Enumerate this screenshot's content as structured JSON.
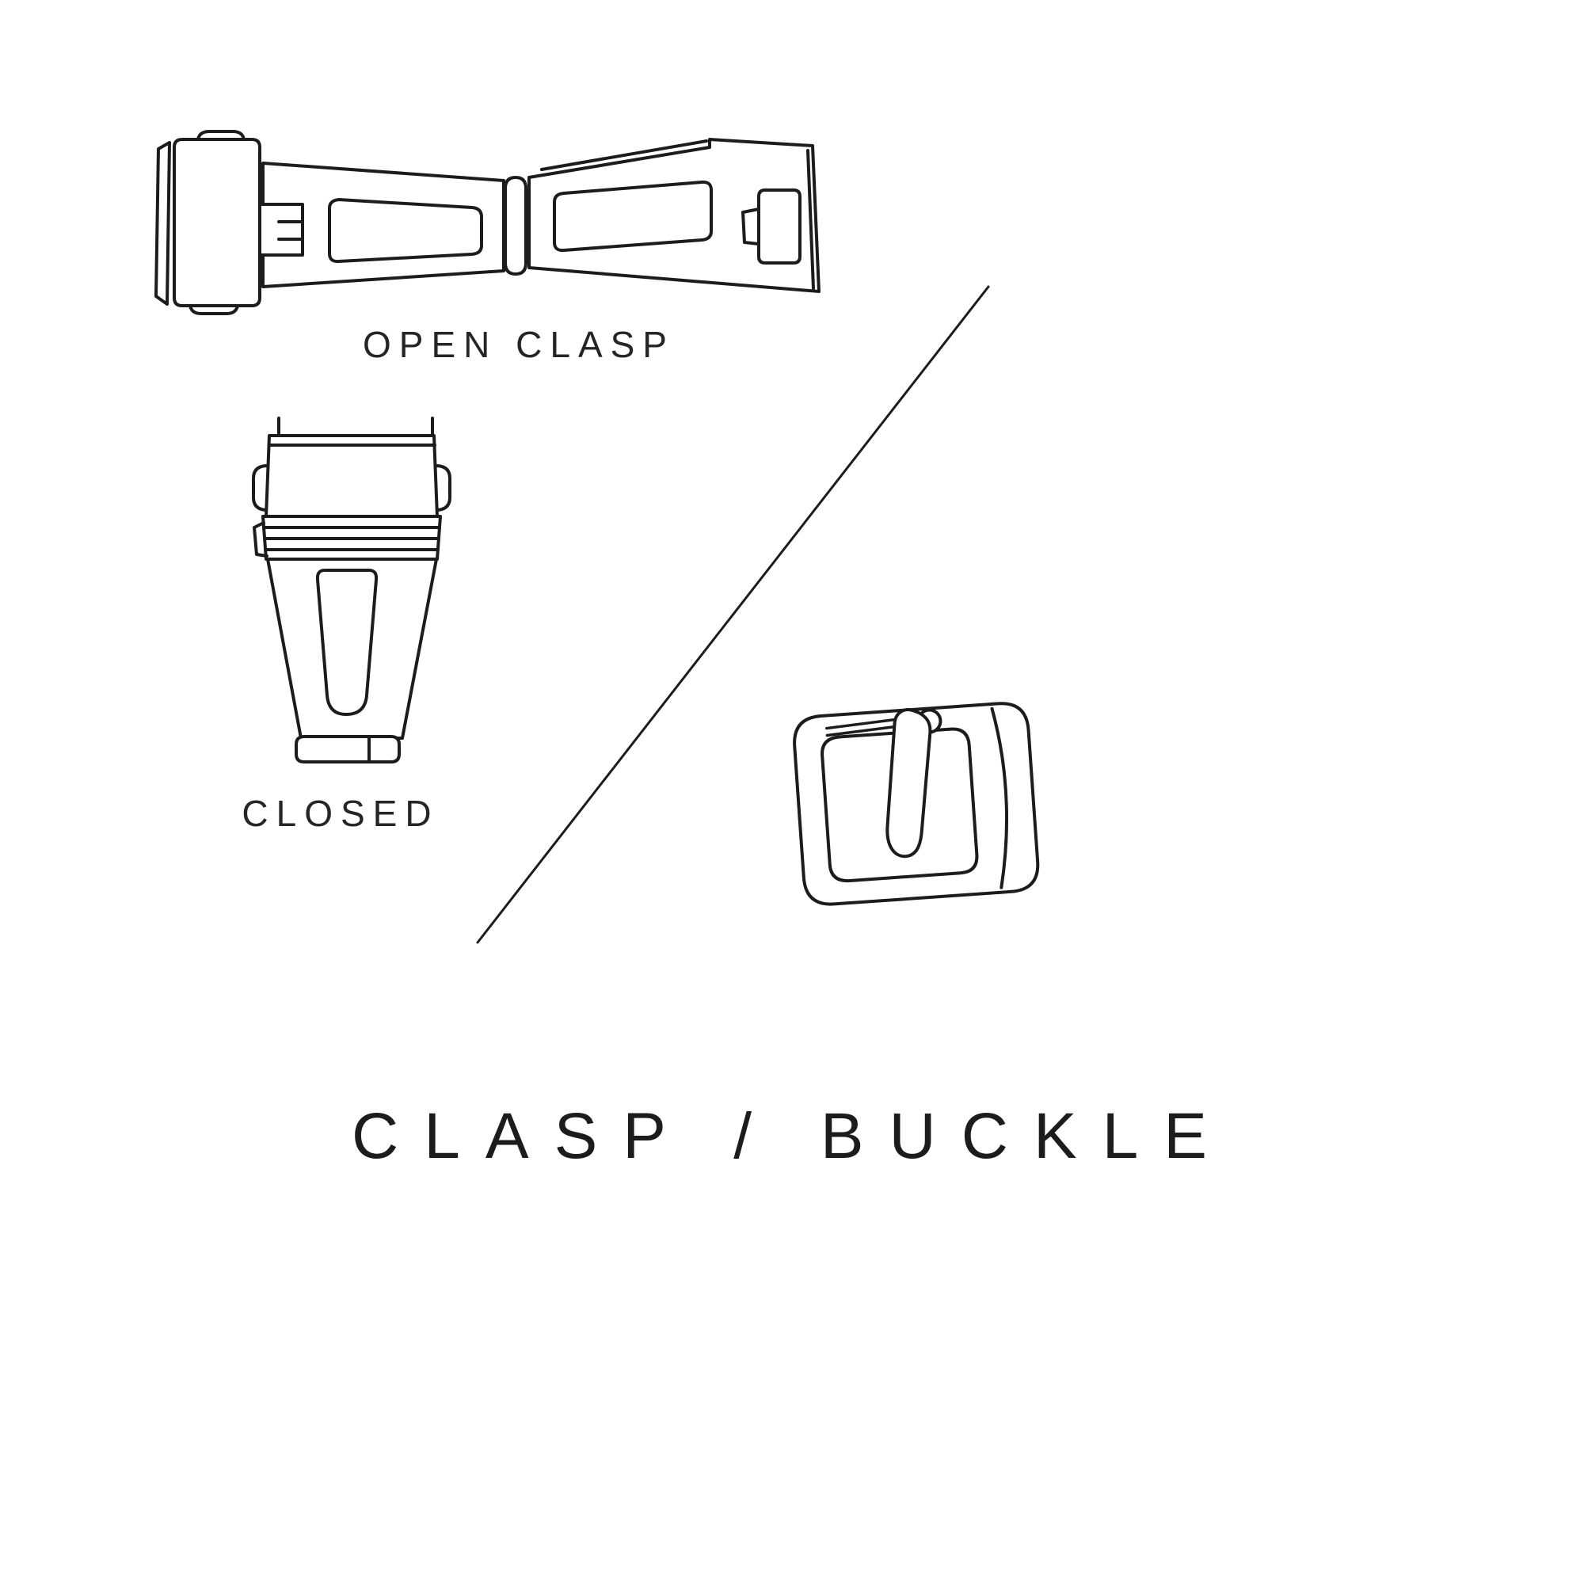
{
  "page": {
    "background_color": "#ffffff",
    "line_color": "#1c1c1c"
  },
  "labels": {
    "open_clasp": "OPEN CLASP",
    "closed": "CLOSED"
  },
  "title": "CLASP / BUCKLE",
  "illustrations": [
    {
      "name": "open-clasp-illustration",
      "description": "watch deployant clasp shown open, top view"
    },
    {
      "name": "closed-clasp-illustration",
      "description": "watch clasp shown closed, top view"
    },
    {
      "name": "buckle-illustration",
      "description": "watch tang buckle, three-quarter view"
    }
  ]
}
